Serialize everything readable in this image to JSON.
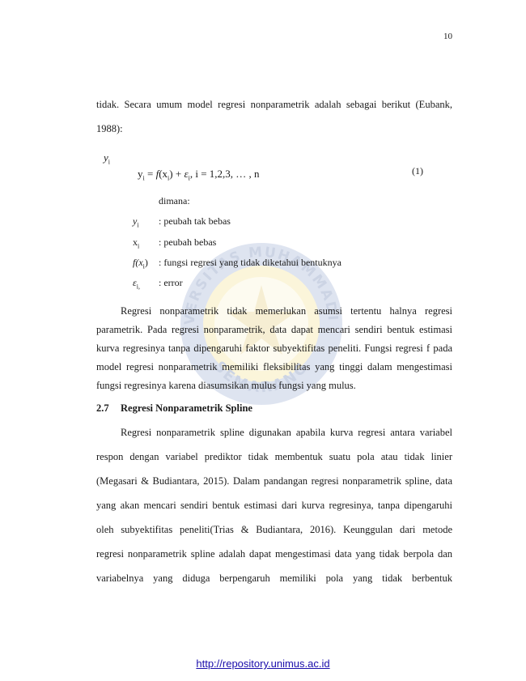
{
  "page_number": "10",
  "intro_lines": [
    "tidak. Secara umum model regresi nonparametrik adalah sebagai berikut (Eubank,",
    "1988):"
  ],
  "equation": {
    "lead_symbol": "y",
    "lead_subscript": "i",
    "lhs": "y",
    "lhs_sub": "i",
    "eq": " = ",
    "func": "f",
    "arg": "(x",
    "arg_sub": "i",
    "arg_close": ")",
    "plus": " + ",
    "eps": "ε",
    "eps_sub": "i",
    "tail": "i = 1,2,3, … , n",
    "number": "(1)"
  },
  "definitions": {
    "intro": "dimana:",
    "items": [
      {
        "symbol": "y",
        "sub": "i",
        "desc": ": peubah tak bebas"
      },
      {
        "symbol": "x",
        "sub": "i",
        "desc": ": peubah bebas"
      },
      {
        "symbol": "f(x",
        "sub": "i",
        "close": ")",
        "desc": ": fungsi regresi yang tidak diketahui bentuknya"
      },
      {
        "symbol": "ε",
        "sub": "i,",
        "desc": ": error"
      }
    ]
  },
  "paragraph1": [
    "Regresi nonparametrik tidak memerlukan asumsi tertentu halnya regresi",
    "parametrik. Pada regresi nonparametrik, data dapat mencari sendiri bentuk estimasi",
    "kurva regresinya tanpa dipengaruhi faktor subyektifitas peneliti. Fungsi regresi f pada",
    "model regresi nonparametrik memiliki fleksibilitas yang tinggi dalam mengestimasi",
    "fungsi regresinya karena diasumsikan mulus fungsi yang mulus."
  ],
  "section": {
    "number": "2.7",
    "title": "Regresi Nonparametrik Spline"
  },
  "paragraph2": [
    "Regresi nonparametrik spline digunakan apabila kurva regresi antara variabel",
    "respon dengan variabel prediktor tidak membentuk suatu pola atau tidak linier",
    "(Megasari & Budiantara, 2015). Dalam pandangan regresi nonparametrik spline, data",
    "yang akan mencari sendiri bentuk estimasi dari kurva regresinya, tanpa dipengaruhi",
    "oleh subyektifitas peneliti(Trias & Budiantara, 2016). Keunggulan dari metode",
    "regresi nonparametrik spline adalah dapat mengestimasi data yang tidak berpola dan",
    "variabelnya yang diduga berpengaruh  memiliki pola yang tidak berbentuk"
  ],
  "watermark": {
    "top_text": "UNIVERSITAS MUHAMMADIYAH",
    "bottom_text": "SEMARANG",
    "color": "#3a5fa8"
  },
  "footer_url": "http://repository.unimus.ac.id"
}
